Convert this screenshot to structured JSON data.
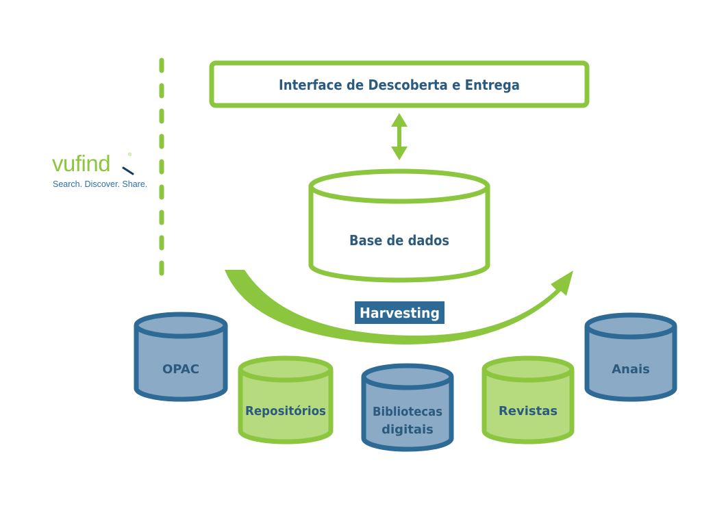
{
  "logo": {
    "wordmark": "vufind",
    "registered": "®",
    "tagline": "Search. Discover. Share."
  },
  "interface_box": {
    "label": "Interface de Descoberta e Entrega"
  },
  "database": {
    "label": "Base de dados"
  },
  "harvesting": {
    "label": "Harvesting"
  },
  "sources": [
    {
      "line1": "OPAC",
      "line2": ""
    },
    {
      "line1": "Repositórios",
      "line2": ""
    },
    {
      "line1": "Bibliotecas",
      "line2": "digitais"
    },
    {
      "line1": "Revistas",
      "line2": ""
    },
    {
      "line1": "Anais",
      "line2": ""
    }
  ],
  "colors": {
    "green": "#8cc63f",
    "light_green": "#b5db7e",
    "blue": "#2e6a96",
    "light_blue": "#8aaac5",
    "label_blue": "#2b5a7e",
    "logo_blue": "#2e6fa8"
  }
}
